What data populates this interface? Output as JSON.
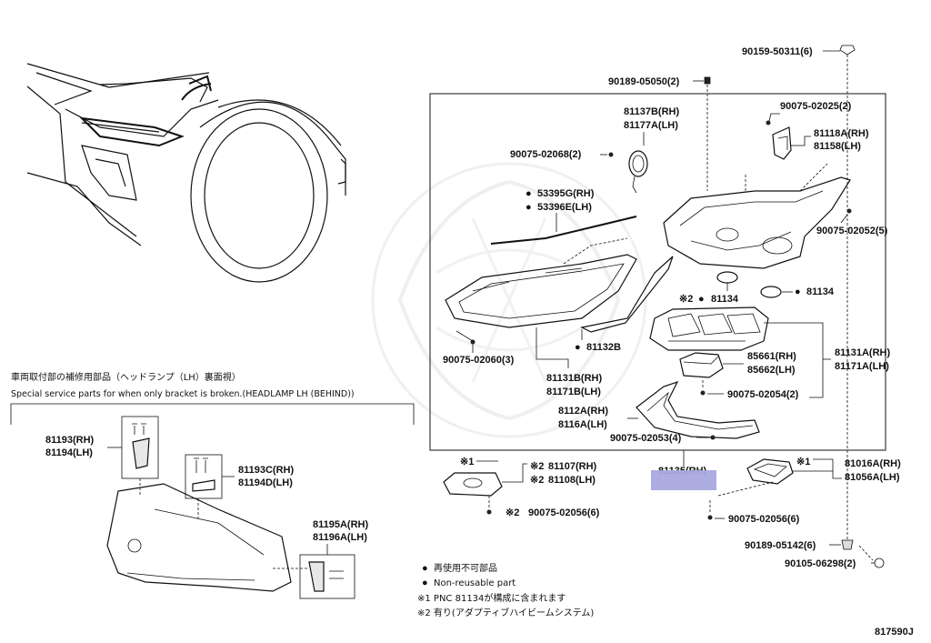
{
  "callouts": {
    "p90159": "90159-50311(6)",
    "p90189a": "90189-05050(2)",
    "p90075_02025": "90075-02025(2)",
    "p81137B": "81137B(RH)",
    "p81177A": "81177A(LH)",
    "p81118A": "81118A(RH)",
    "p81158": "81158(LH)",
    "p90075_02068": "90075-02068(2)",
    "p53395G": "53395G(RH)",
    "p53396E": "53396E(LH)",
    "p90075_02052": "90075-02052(5)",
    "p81134a": "81134",
    "p81134b": "81134",
    "p81132B": "81132B",
    "p90075_02060": "90075-02060(3)",
    "p85661": "85661(RH)",
    "p85662": "85662(LH)",
    "p81131A": "81131A(RH)",
    "p81171A": "81171A(LH)",
    "p81131B": "81131B(RH)",
    "p81171B": "81171B(LH)",
    "p90075_02054": "90075-02054(2)",
    "p8112A": "8112A(RH)",
    "p8116A": "8116A(LH)",
    "p90075_02053": "90075-02053(4)",
    "p81107": "81107(RH)",
    "p81108": "81108(LH)",
    "p81135": "81135(RH)",
    "p81016A": "81016A(RH)",
    "p81056A": "81056A(LH)",
    "p90075_02056a": "90075-02056(6)",
    "p90075_02056b": "90075-02056(6)",
    "p90189b": "90189-05142(6)",
    "p90105": "90105-06298(2)",
    "p81193": "81193(RH)",
    "p81194": "81194(LH)",
    "p81193C": "81193C(RH)",
    "p81194D": "81194D(LH)",
    "p81195A": "81195A(RH)",
    "p81196A": "81196A(LH)"
  },
  "marks": {
    "kome1": "※1",
    "kome2": "※2",
    "dot": "●"
  },
  "inset": {
    "title_jp": "車両取付部の補修用部品（ヘッドランプ（LH）裏面視）",
    "title_en": "Special service parts for when only bracket is broken.(HEADLAMP LH (BEHIND))"
  },
  "legend": {
    "jp_nonreusable": "再使用不可部品",
    "en_nonreusable": "Non-reusable part",
    "note1": "※1  PNC 81134が構成に含まれます",
    "note2": "※2  有り(アダプティブハイビームシステム)"
  },
  "figure_id": "817590J",
  "highlight_color": "#a9a9e0"
}
